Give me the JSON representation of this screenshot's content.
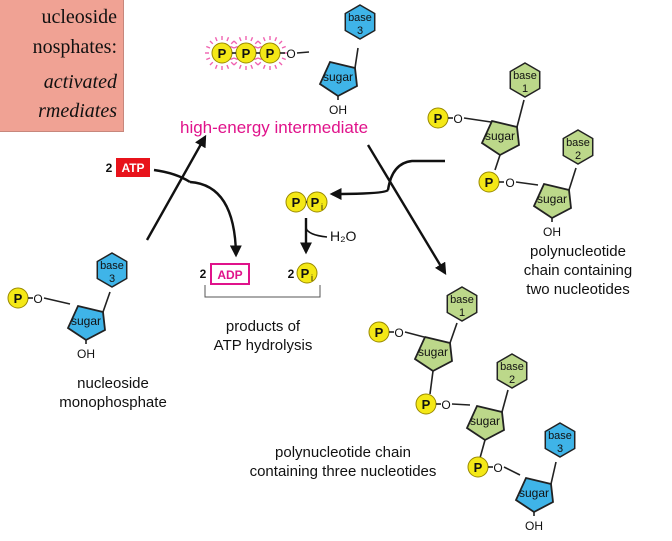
{
  "callout": {
    "line1": "ucleoside",
    "line2": "nosphates:",
    "line3": "activated",
    "line4": "rmediates"
  },
  "labels": {
    "high_energy": "high-energy intermediate",
    "nucleoside_mono_1": "nucleoside",
    "nucleoside_mono_2": "monophosphate",
    "products_1": "products of",
    "products_2": "ATP hydrolysis",
    "two_nuc_1": "polynucleotide",
    "two_nuc_2": "chain containing",
    "two_nuc_3": "two nucleotides",
    "three_nuc_1": "polynucleotide chain",
    "three_nuc_2": "containing three nucleotides"
  },
  "molecule_text": {
    "base": "base",
    "sugar": "sugar",
    "phosphate": "P",
    "oh": "OH",
    "o": "O",
    "n1": "1",
    "n2": "2",
    "n3": "3",
    "pi_sub": "i"
  },
  "reagents": {
    "coef": "2",
    "atp": "ATP",
    "adp": "ADP",
    "water": "H₂O"
  },
  "colors": {
    "callout_bg": "#f0a294",
    "blue_base": "#3fb4e8",
    "green_base": "#bcd88a",
    "phosphate": "#f4e816",
    "atp_red": "#e8131b",
    "magenta": "#e0138b",
    "starburst": "#f062b0"
  }
}
